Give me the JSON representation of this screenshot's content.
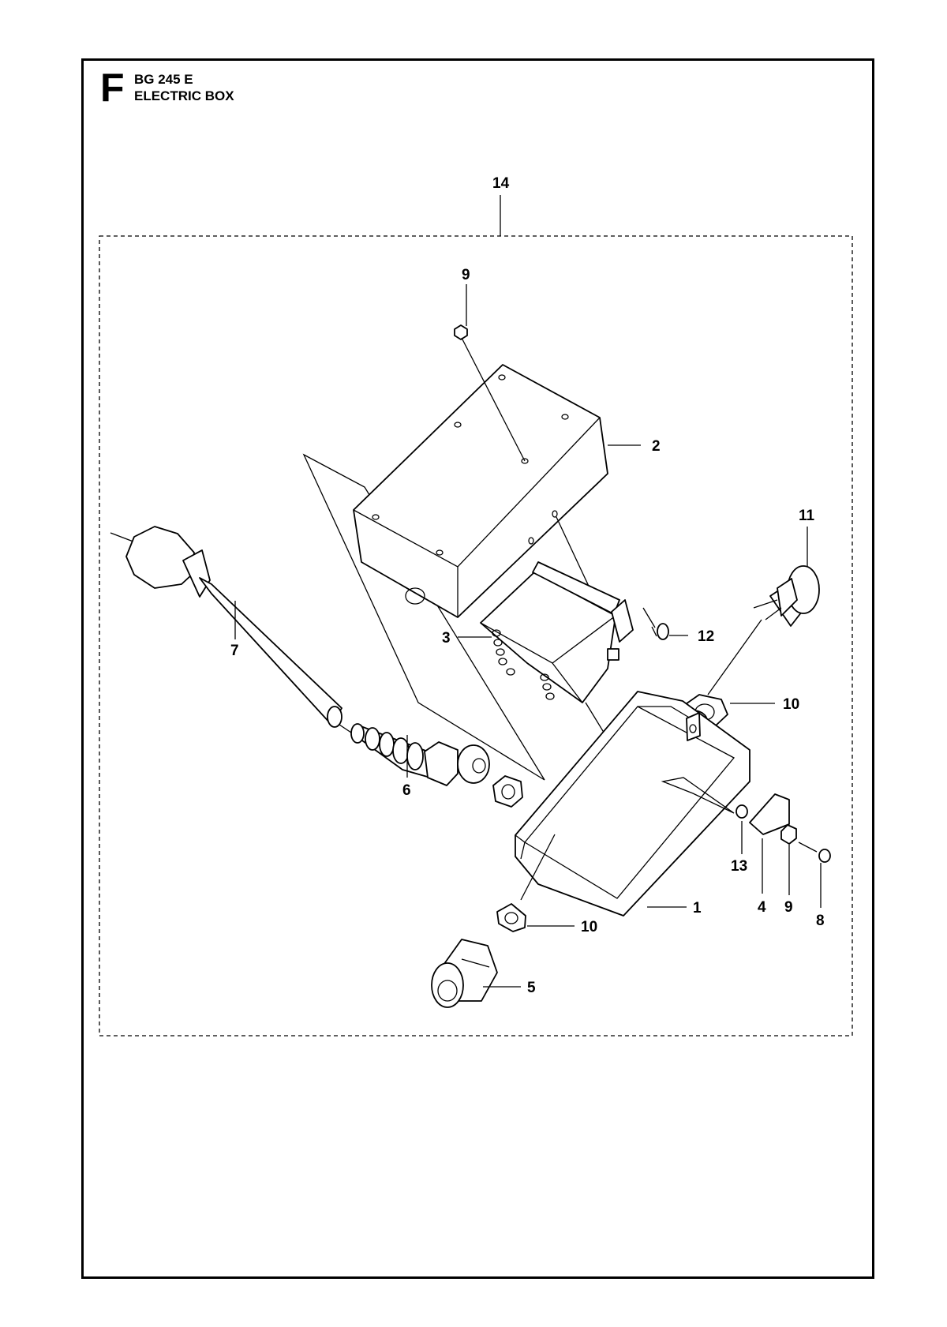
{
  "header": {
    "section_letter": "F",
    "model": "BG 245 E",
    "title": "ELECTRIC BOX"
  },
  "callouts": [
    {
      "id": "c14",
      "label": "14"
    },
    {
      "id": "c9a",
      "label": "9"
    },
    {
      "id": "c2",
      "label": "2"
    },
    {
      "id": "c11",
      "label": "11"
    },
    {
      "id": "c12",
      "label": "12"
    },
    {
      "id": "c3",
      "label": "3"
    },
    {
      "id": "c7",
      "label": "7"
    },
    {
      "id": "c10a",
      "label": "10"
    },
    {
      "id": "c6",
      "label": "6"
    },
    {
      "id": "c13",
      "label": "13"
    },
    {
      "id": "c4",
      "label": "4"
    },
    {
      "id": "c9b",
      "label": "9"
    },
    {
      "id": "c8",
      "label": "8"
    },
    {
      "id": "c1",
      "label": "1"
    },
    {
      "id": "c10b",
      "label": "10"
    },
    {
      "id": "c5",
      "label": "5"
    }
  ]
}
